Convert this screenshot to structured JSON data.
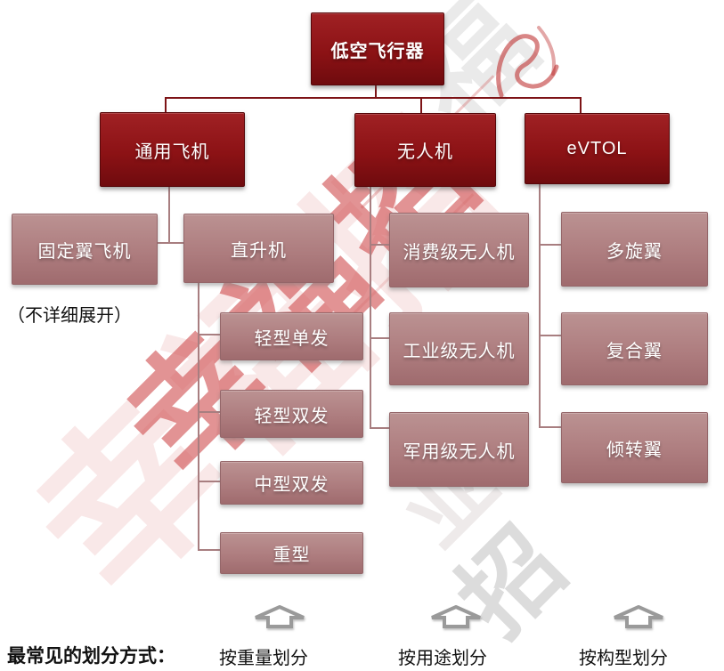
{
  "tree": {
    "root": "低空飞行器",
    "l2": {
      "general": "通用飞机",
      "uav": "无人机",
      "evtol": "eVTOL"
    },
    "general": {
      "fixed_wing": "固定翼飞机",
      "helicopter": "直升机",
      "note": "（不详细展开）"
    },
    "helicopter_children": [
      "轻型单发",
      "轻型双发",
      "中型双发",
      "重型"
    ],
    "uav_children": [
      "消费级无人机",
      "工业级无人机",
      "军用级无人机"
    ],
    "evtol_children": [
      "多旋翼",
      "复合翼",
      "倾转翼"
    ]
  },
  "footer": {
    "prefix": "最常见的划分方式：",
    "by_weight": "按重量划分",
    "by_use": "按用途划分",
    "by_config": "按构型划分"
  },
  "watermark": {
    "main": "幸福招",
    "echo": "幸福招",
    "gray1": "福",
    "gray2": "业",
    "gray3": "招"
  },
  "colors": {
    "dark_box": "#8c1215",
    "light_box": "#ae7d7f",
    "connector_dark": "#7d1316",
    "connector_light": "#a87e80",
    "watermark_red": "#c92c2a",
    "arrow_gray": "#9a9a9a",
    "text_on_box": "#ffffff"
  }
}
